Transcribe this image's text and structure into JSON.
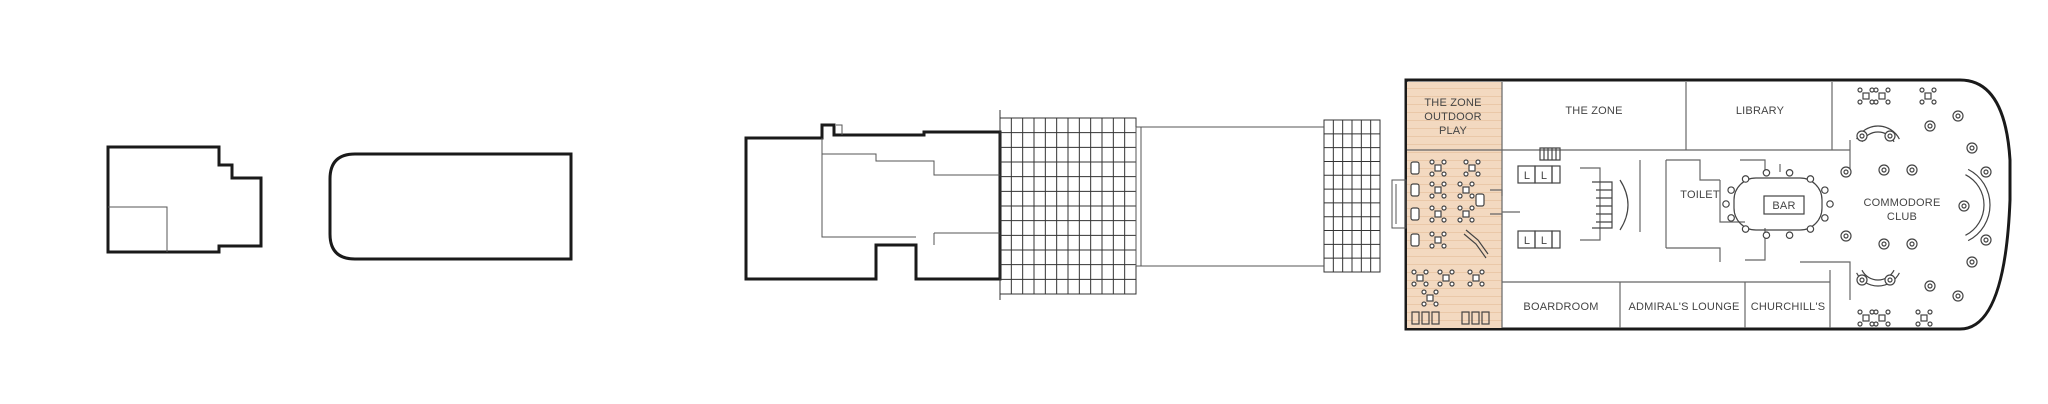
{
  "deck_map": {
    "colors": {
      "background": "#ffffff",
      "outline": "#1a1a1a",
      "zone_outdoor_fill": "#f3d9c0"
    },
    "rooms": {
      "zone_outdoor": [
        "THE ZONE",
        "OUTDOOR",
        "PLAY"
      ],
      "the_zone": "THE ZONE",
      "library": "LIBRARY",
      "toilet": "TOILET",
      "bar": "BAR",
      "commodore_club": [
        "COMMODORE",
        "CLUB"
      ],
      "boardroom": "BOARDROOM",
      "admirals_lounge": "ADMIRAL'S LOUNGE",
      "churchills": "CHURCHILL'S"
    },
    "lift_glyph": "L"
  }
}
